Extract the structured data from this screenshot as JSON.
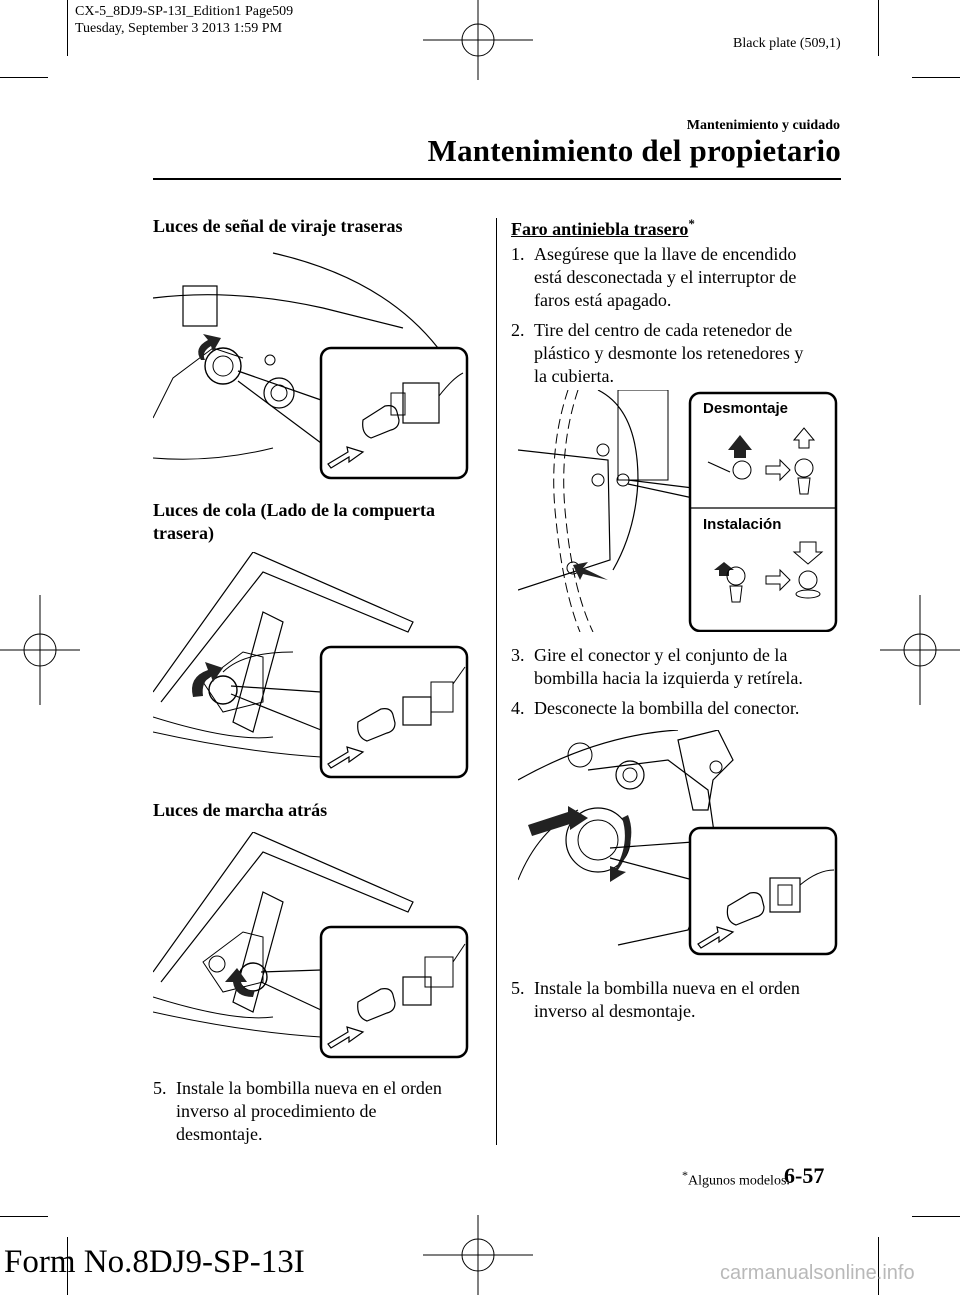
{
  "slug": {
    "line1": "CX-5_8DJ9-SP-13I_Edition1 Page509",
    "line2": "Tuesday, September 3 2013 1:59 PM"
  },
  "plate": "Black plate (509,1)",
  "section": {
    "category": "Mantenimiento y cuidado",
    "title": "Mantenimiento del propietario"
  },
  "left": {
    "h1": "Luces de señal de viraje traseras",
    "h2_line1": "Luces de cola (Lado de la compuerta",
    "h2_line2": "trasera)",
    "h3": "Luces de marcha atrás",
    "step5": {
      "num": "5.",
      "line1": "Instale la bombilla nueva en el orden",
      "line2": "inverso al procedimiento de",
      "line3": "desmontaje."
    }
  },
  "right": {
    "heading": "Faro antiniebla trasero",
    "heading_mark": "*",
    "steps_top": [
      {
        "num": "1.",
        "lines": [
          "Asegúrese que la llave de encendido",
          "está desconectada y el interruptor de",
          "faros está apagado."
        ]
      },
      {
        "num": "2.",
        "lines": [
          "Tire del centro de cada retenedor de",
          "plástico y desmonte los retenedores y",
          "la cubierta."
        ]
      }
    ],
    "fig_labels": {
      "removal": "Desmontaje",
      "install": "Instalación"
    },
    "steps_mid": [
      {
        "num": "3.",
        "lines": [
          "Gire el conector y el conjunto de la",
          "bombilla hacia la izquierda y retírela."
        ]
      },
      {
        "num": "4.",
        "lines": [
          "Desconecte la bombilla del conector."
        ]
      }
    ],
    "step5": {
      "num": "5.",
      "lines": [
        "Instale la bombilla nueva en el orden",
        "inverso al desmontaje."
      ]
    }
  },
  "footer": {
    "mark": "*",
    "note": "Algunos modelos.",
    "page": "6-57",
    "form": "Form No.8DJ9-SP-13I",
    "watermark": "carmanualsonline.info"
  }
}
